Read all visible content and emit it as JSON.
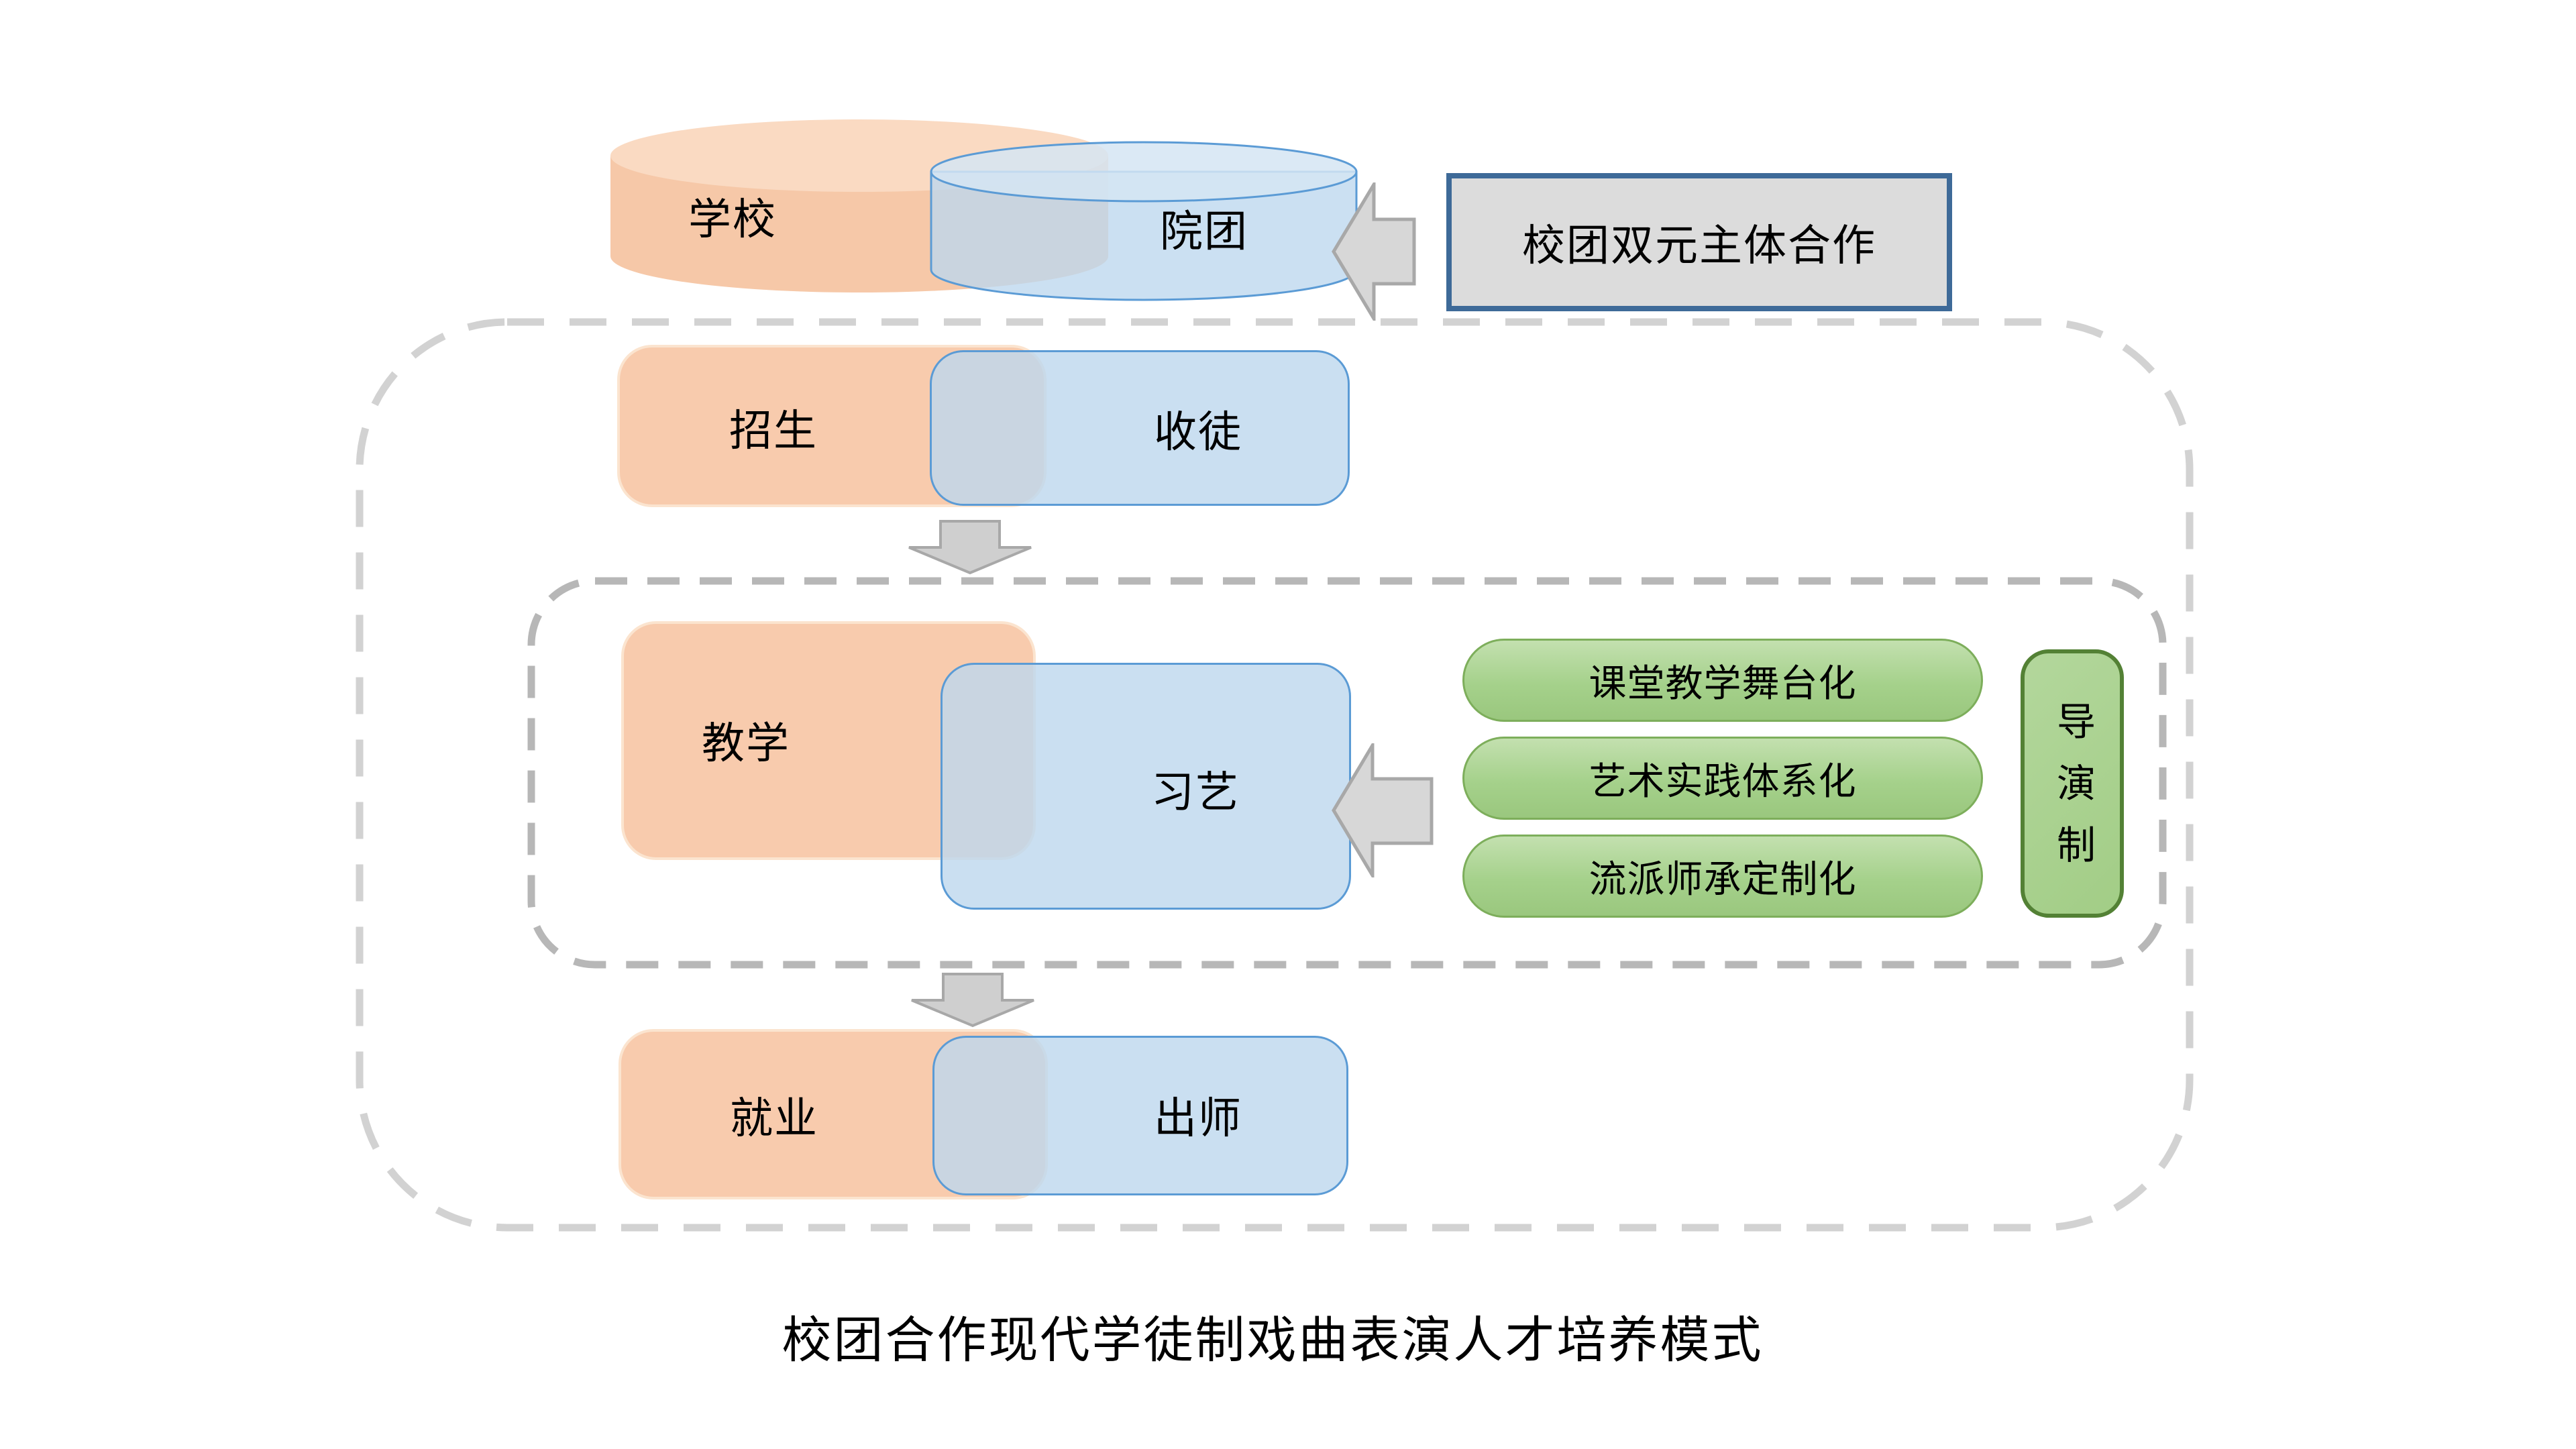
{
  "diagram": {
    "title": "校团合作现代学徒制戏曲表演人才培养模式",
    "cooperation_label": "校团双元主体合作",
    "entities": {
      "school": "学校",
      "troupe": "院团"
    },
    "stages": [
      {
        "school": "招生",
        "troupe": "收徒"
      },
      {
        "school": "教学",
        "troupe": "习艺"
      },
      {
        "school": "就业",
        "troupe": "出师"
      }
    ],
    "teaching_methods": [
      "课堂教学舞台化",
      "艺术实践体系化",
      "流派师承定制化"
    ],
    "director_system": "导演制",
    "colors": {
      "school_fill": "#f8cbad",
      "troupe_fill": "#bdd7ee",
      "troupe_border": "#5b9bd5",
      "method_fill": "#a9d18e",
      "method_border": "#7dae5b",
      "director_border": "#538135",
      "cooperation_fill": "#dcdcdc",
      "cooperation_border": "#3e6a98",
      "arrow_fill": "#d7d7d7",
      "outer_frame_dash": "#d2d2d2",
      "inner_frame_dash": "#b7b7b7"
    }
  }
}
